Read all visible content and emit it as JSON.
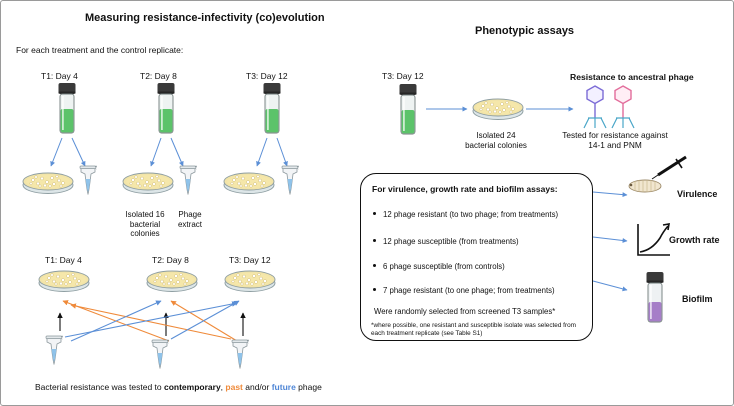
{
  "left_panel": {
    "title": "Measuring resistance-infectivity (co)evolution",
    "subtitle": "For each treatment and the control replicate:",
    "top_timepoints": [
      "T1: Day 4",
      "T2: Day 8",
      "T3: Day 12"
    ],
    "isolated_label": "Isolated 16 bacterial colonies",
    "phage_label": "Phage extract",
    "bottom_timepoints": [
      "T1: Day 4",
      "T2: Day 8",
      "T3: Day 12"
    ],
    "footer": {
      "prefix": "Bacterial resistance was tested to ",
      "contemporary": "contemporary",
      "sep1": ", ",
      "past": "past",
      "sep2": " and/or ",
      "future": "future",
      "suffix": " phage"
    }
  },
  "right_panel": {
    "title": "Phenotypic assays",
    "timepoint": "T3: Day 12",
    "isolated_label": "Isolated 24 bacterial colonies",
    "resistance_title": "Resistance to ancestral phage",
    "resistance_caption": "Tested for resistance against 14-1 and PNM",
    "box": {
      "title": "For virulence, growth rate and biofilm assays:",
      "items": [
        "12 phage resistant (to two phage; from treatments)",
        "12 phage susceptible (from treatments)",
        "6 phage susceptible (from controls)",
        "7 phage resistant (to one phage; from treatments)"
      ],
      "selection": "Were randomly selected from screened T3 samples*",
      "footnote": "*where possible, one resistant and susceptible isolate was selected from each treatment replicate (see Table S1)"
    },
    "assays": [
      "Virulence",
      "Growth rate",
      "Biofilm"
    ]
  },
  "colors": {
    "blue_arrow": "#5b8fd6",
    "orange_arrow": "#ef8a3a",
    "contemporary": "#111111",
    "past": "#ef8a3a",
    "future": "#4f86d6",
    "green_culture": "#5cc36a",
    "purple_culture": "#a67ec8"
  },
  "icons": [
    "culture-tube-icon",
    "petri-dish-icon",
    "microtube-icon",
    "phage-icon",
    "syringe-icon",
    "larva-icon",
    "growth-curve-icon",
    "biofilm-vial-icon"
  ]
}
